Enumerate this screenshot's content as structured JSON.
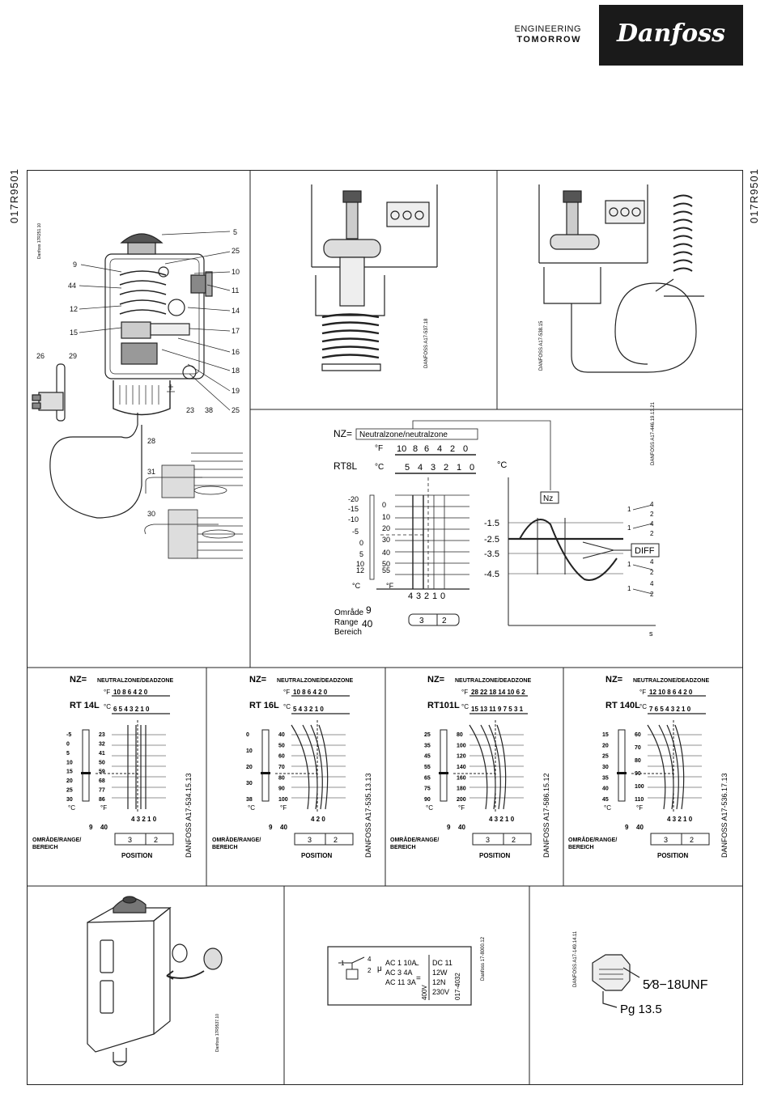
{
  "header": {
    "tagline_line1": "ENGINEERING",
    "tagline_line2": "TOMORROW",
    "brand": "Danfoss"
  },
  "doc_code_left": "017R9501",
  "doc_code_right": "017R9501",
  "fig_main": {
    "stamp": "Danfoss 17R251.10",
    "callouts_right": [
      "5",
      "25",
      "10",
      "11",
      "14",
      "17",
      "16",
      "18",
      "19",
      "25"
    ],
    "callouts_left": [
      "9",
      "44",
      "12",
      "15"
    ],
    "callouts_bottom": [
      "23",
      "38"
    ],
    "callouts_capillary": [
      "26",
      "29",
      "28",
      "31",
      "30"
    ]
  },
  "fig_top_mid": {
    "stamp": "DANFOSS A17-537.18"
  },
  "fig_top_right": {
    "stamp": "DANFOSS A17-538.15"
  },
  "diagram_large": {
    "nz_label": "NZ=",
    "nz_text": "Neutralzone/neutralzone",
    "model": "RT8L",
    "f_label": "°F",
    "c_label": "°C",
    "f_ticks": [
      "10",
      "8",
      "6",
      "4",
      "2",
      "0"
    ],
    "c_ticks": [
      "5",
      "4",
      "3",
      "2",
      "1",
      "0"
    ],
    "left_scale_c": [
      "-20",
      "-15",
      "-10",
      "-5",
      "0",
      "5",
      "10",
      "12"
    ],
    "left_scale_f": [
      "0",
      "10",
      "20",
      "30",
      "40",
      "50",
      "55"
    ],
    "bottom_ticks": [
      "4",
      "3",
      "2",
      "1",
      "0"
    ],
    "range_labels": [
      "Område",
      "Range",
      "Bereich"
    ],
    "range_values": [
      "9",
      "40"
    ],
    "range_box": [
      "3",
      "2"
    ],
    "stamp": "DANFOSS A17-446.19.13.21",
    "graph_unit": "°C",
    "graph_values": [
      "-1.5",
      "-2.5",
      "-3.5",
      "-4.5"
    ],
    "nz_box": "Nz",
    "diff_box": "DIFF",
    "axis_s": "s",
    "switch_labels": [
      "1",
      "4",
      "2"
    ]
  },
  "small_charts": [
    {
      "nz": "NZ=",
      "zone": "NEUTRALZONE/DEADZONE",
      "model": "RT 14L",
      "f_ticks": "10 8 6 4 2 0",
      "c_ticks": "6 5 4 3 2 1 0",
      "scale_c": [
        "-5",
        "0",
        "5",
        "10",
        "15",
        "20",
        "25",
        "30"
      ],
      "scale_f": [
        "23",
        "32",
        "41",
        "50",
        "59",
        "68",
        "77",
        "86"
      ],
      "bottom": "4 3 2 1 0",
      "range": [
        "9",
        "40"
      ],
      "box": [
        "3",
        "2"
      ],
      "footer": "OMRÅDE/RANGE/ BEREICH",
      "position": "POSITION",
      "stamp": "DANFOSS A17-534.15.13"
    },
    {
      "nz": "NZ=",
      "zone": "NEUTRALZONE/DEADZONE",
      "model": "RT 16L",
      "f_ticks": "10 8 6 4 2 0",
      "c_ticks": "5 4 3 2 1 0",
      "scale_c": [
        "0",
        "10",
        "20",
        "30",
        "38"
      ],
      "scale_f": [
        "40",
        "50",
        "60",
        "70",
        "80",
        "90",
        "100"
      ],
      "bottom": "4 2 0",
      "range": [
        "9",
        "40"
      ],
      "box": [
        "3",
        "2"
      ],
      "footer": "OMRÅDE/RANGE/ BEREICH",
      "position": "POSITION",
      "stamp": "DANFOSS A17-535.13.13"
    },
    {
      "nz": "NZ=",
      "zone": "NEUTRALZONE/DEADZONE",
      "model": "RT101L",
      "f_ticks": "28 22 18 14 10 6 2",
      "c_ticks": "15 13 11 9 7 5 3 1",
      "scale_c": [
        "25",
        "35",
        "45",
        "55",
        "65",
        "75",
        "90"
      ],
      "scale_f": [
        "80",
        "100",
        "120",
        "140",
        "160",
        "180",
        "200"
      ],
      "bottom": "4 3 2 1 0",
      "range": [
        "9",
        "40"
      ],
      "box": [
        "3",
        "2"
      ],
      "footer": "OMRÅDE/RANGE/ BEREICH",
      "position": "POSITION",
      "stamp": "DANFOSS A17-586.15.12"
    },
    {
      "nz": "NZ=",
      "zone": "NEUTRALZONE/DEADZONE",
      "model": "RT 140L",
      "f_ticks": "12 10 8 6 4 2 0",
      "c_ticks": "7 6 5 4 3 2 1 0",
      "scale_c": [
        "15",
        "20",
        "25",
        "30",
        "35",
        "40",
        "45"
      ],
      "scale_f": [
        "60",
        "70",
        "80",
        "90",
        "100",
        "110"
      ],
      "bottom": "4 3 2 1 0",
      "range": [
        "9",
        "40"
      ],
      "box": [
        "3",
        "2"
      ],
      "footer": "OMRÅDE/RANGE/ BEREICH",
      "position": "POSITION",
      "stamp": "DANFOSS A17-536.17.13"
    }
  ],
  "fig_housing": {
    "stamp": "Danfoss 17R9537.10"
  },
  "fig_label": {
    "lines_left": [
      "AC 1 10A",
      "AC 3 4A",
      "AC 11 3A"
    ],
    "lines_right": [
      "DC 11",
      "12W",
      "12N",
      "230V"
    ],
    "vertical": [
      "400V",
      "017-4032"
    ],
    "stamp": "Danfoss 17-8000.12"
  },
  "fig_fitting": {
    "thread": "5⁄8−18UNF",
    "gland": "Pg 13.5",
    "stamp": "DANFOSS A17-149.14.11"
  }
}
